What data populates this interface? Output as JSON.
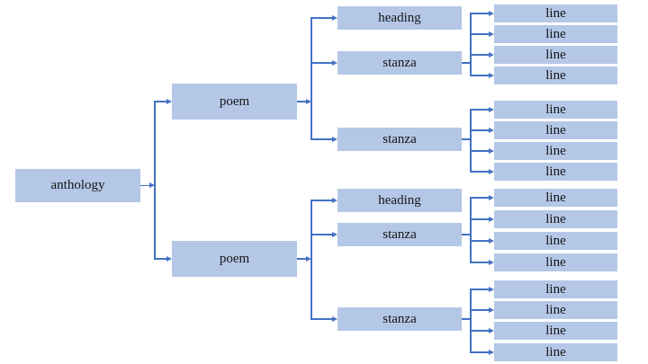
{
  "colors": {
    "node_fill": "#b4c7e7",
    "connector": "#4472c4",
    "text": "#161616",
    "background": "#ffffff"
  },
  "tree": {
    "label": "anthology",
    "children": [
      {
        "label": "poem",
        "children": [
          {
            "label": "heading",
            "children": []
          },
          {
            "label": "stanza",
            "children": [
              {
                "label": "line",
                "children": []
              },
              {
                "label": "line",
                "children": []
              },
              {
                "label": "line",
                "children": []
              },
              {
                "label": "line",
                "children": []
              }
            ]
          },
          {
            "label": "stanza",
            "children": [
              {
                "label": "line",
                "children": []
              },
              {
                "label": "line",
                "children": []
              },
              {
                "label": "line",
                "children": []
              },
              {
                "label": "line",
                "children": []
              }
            ]
          }
        ]
      },
      {
        "label": "poem",
        "children": [
          {
            "label": "heading",
            "children": []
          },
          {
            "label": "stanza",
            "children": [
              {
                "label": "line",
                "children": []
              },
              {
                "label": "line",
                "children": []
              },
              {
                "label": "line",
                "children": []
              },
              {
                "label": "line",
                "children": []
              }
            ]
          },
          {
            "label": "stanza",
            "children": [
              {
                "label": "line",
                "children": []
              },
              {
                "label": "line",
                "children": []
              },
              {
                "label": "line",
                "children": []
              },
              {
                "label": "line",
                "children": []
              }
            ]
          }
        ]
      }
    ]
  }
}
